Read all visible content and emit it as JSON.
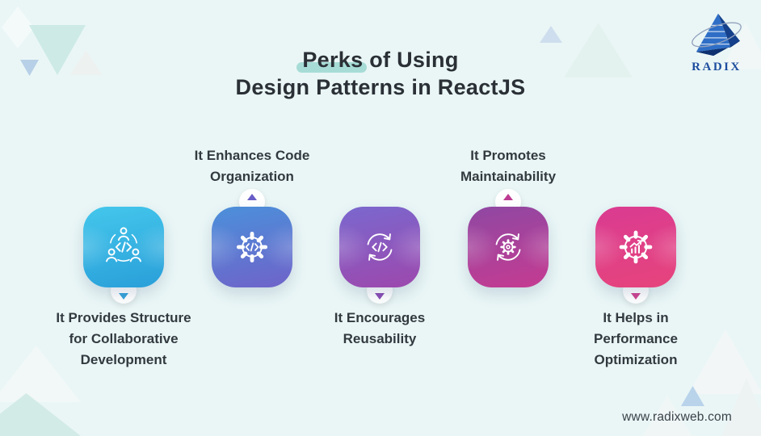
{
  "background": {
    "color": "#eaf6f6"
  },
  "header": {
    "title_line1_highlight": "Perks",
    "title_line1_rest": " of Using",
    "title_line2": "Design Patterns in ReactJS",
    "highlight_color": "#a7dcd6"
  },
  "logo": {
    "name": "RADIX"
  },
  "cards": [
    {
      "id": "structure",
      "label": "It Provides Structure\nfor Collaborative\nDevelopment",
      "label_position": "bottom",
      "icon": "team-code-icon",
      "gradient_from": "#44c7ec",
      "gradient_to": "#299fd9",
      "pointer_dir": "down",
      "pointer_color": "#37a3da"
    },
    {
      "id": "organization",
      "label": "It Enhances Code\nOrganization",
      "label_position": "top",
      "icon": "gear-code-icon",
      "gradient_from": "#4b90da",
      "gradient_to": "#6f63c9",
      "pointer_dir": "up",
      "pointer_color": "#685cc6"
    },
    {
      "id": "reusability",
      "label": "It Encourages\nReusability",
      "label_position": "bottom",
      "icon": "refresh-code-icon",
      "gradient_from": "#7a68ce",
      "gradient_to": "#9d48ad",
      "pointer_dir": "down",
      "pointer_color": "#8d4cb5"
    },
    {
      "id": "maintainability",
      "label": "It Promotes\nMaintainability",
      "label_position": "top",
      "icon": "refresh-gear-icon",
      "gradient_from": "#8f48a3",
      "gradient_to": "#c53b91",
      "pointer_dir": "up",
      "pointer_color": "#bd3b92"
    },
    {
      "id": "performance",
      "label": "It Helps in\nPerformance\nOptimization",
      "label_position": "bottom",
      "icon": "gear-chart-icon",
      "gradient_from": "#da3b91",
      "gradient_to": "#e6447c",
      "pointer_dir": "down",
      "pointer_color": "#d04590"
    }
  ],
  "footer": {
    "website": "www.radixweb.com"
  }
}
